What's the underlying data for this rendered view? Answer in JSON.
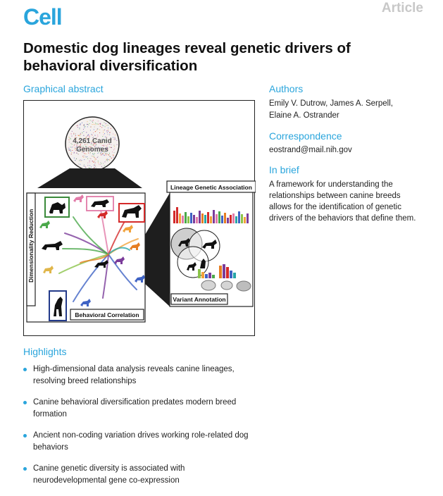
{
  "journal": "Cell",
  "article_type": "Article",
  "title": "Domestic dog lineages reveal genetic drivers of behavioral diversification",
  "graphical_abstract": {
    "heading": "Graphical abstract",
    "circle_label_line1": "4,261 Canid",
    "circle_label_line2": "Genomes",
    "dim_reduction_label": "Dimensionality Reduction",
    "behavioral_label": "Behavioral Correlation",
    "lineage_label": "Lineage Genetic Association",
    "variant_label": "Variant Annotation"
  },
  "authors": {
    "heading": "Authors",
    "line1": "Emily V. Dutrow, James A. Serpell,",
    "line2": "Elaine A. Ostrander"
  },
  "correspondence": {
    "heading": "Correspondence",
    "email": "eostrand@mail.nih.gov"
  },
  "in_brief": {
    "heading": "In brief",
    "lines": [
      "A framework for understanding the",
      "relationships between canine breeds",
      "allows for the identification of genetic",
      "drivers of the behaviors that define them."
    ]
  },
  "highlights": {
    "heading": "Highlights",
    "items": [
      {
        "line1": "High-dimensional data analysis reveals canine lineages,",
        "line2": "resolving breed relationships"
      },
      {
        "line1": "Canine behavioral diversification predates modern breed",
        "line2": "formation"
      },
      {
        "line1": "Ancient non-coding variation drives working role-related dog",
        "line2": "behaviors"
      },
      {
        "line1": "Canine genetic diversity is associated with",
        "line2": "neurodevelopmental gene co-expression"
      }
    ]
  },
  "colors": {
    "accent": "#2aa5dc",
    "article_gray": "#c8c8c8",
    "frame_green": "#3a8a3a",
    "frame_pink": "#e27aa8",
    "frame_red": "#d42a2a",
    "frame_blue": "#233a8a"
  }
}
